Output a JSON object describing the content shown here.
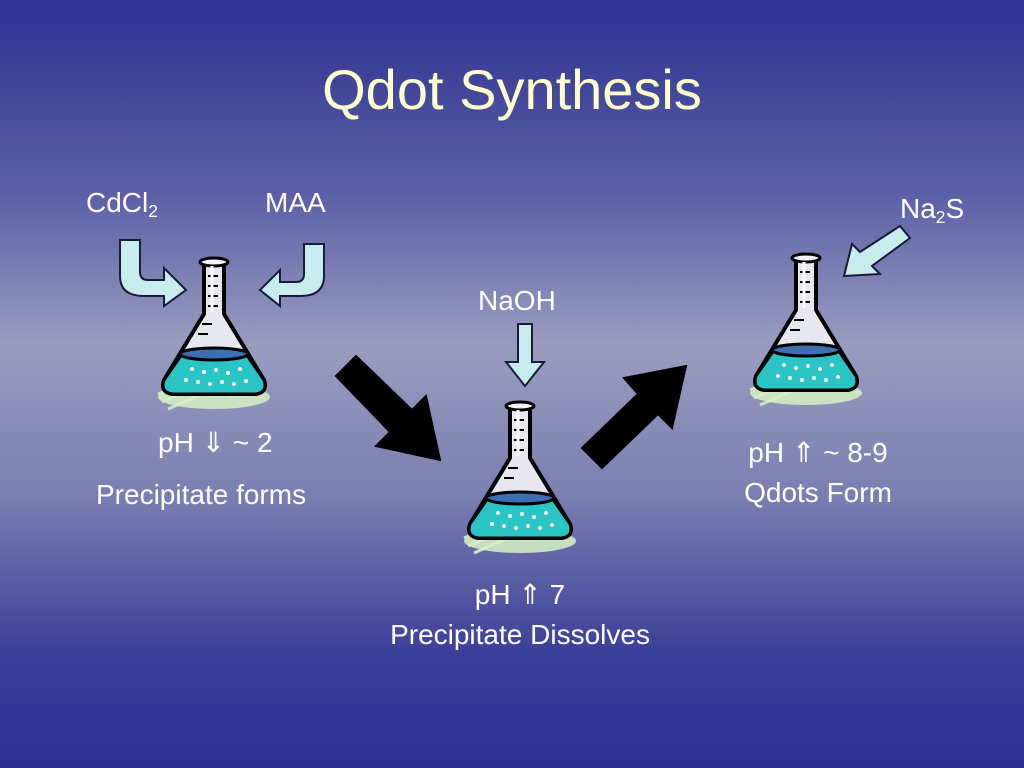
{
  "slide": {
    "title": "Qdot Synthesis"
  },
  "reagents": {
    "cdcl2": {
      "main": "CdCl",
      "sub": "2"
    },
    "maa": "MAA",
    "naoh": "NaOH",
    "na2s": {
      "main": "Na",
      "sub": "2",
      "tail": "S"
    }
  },
  "stages": {
    "stage1": {
      "ph": "pH ⇓ ~ 2",
      "description": "Precipitate forms"
    },
    "stage2": {
      "ph": "pH ⇑ 7",
      "description": "Precipitate Dissolves"
    },
    "stage3": {
      "ph": "pH ⇑ ~ 8-9",
      "description": "Qdots Form"
    }
  },
  "colors": {
    "title": "#ffffcc",
    "text": "#ffffff",
    "liquid": "#2ac4c4",
    "reagent_arrow": "#c6ecec",
    "flow_arrow": "#000000"
  },
  "icons": [
    "erlenmeyer-flask-icon",
    "curved-arrow-icon",
    "down-arrow-icon",
    "diagonal-arrow-icon"
  ]
}
